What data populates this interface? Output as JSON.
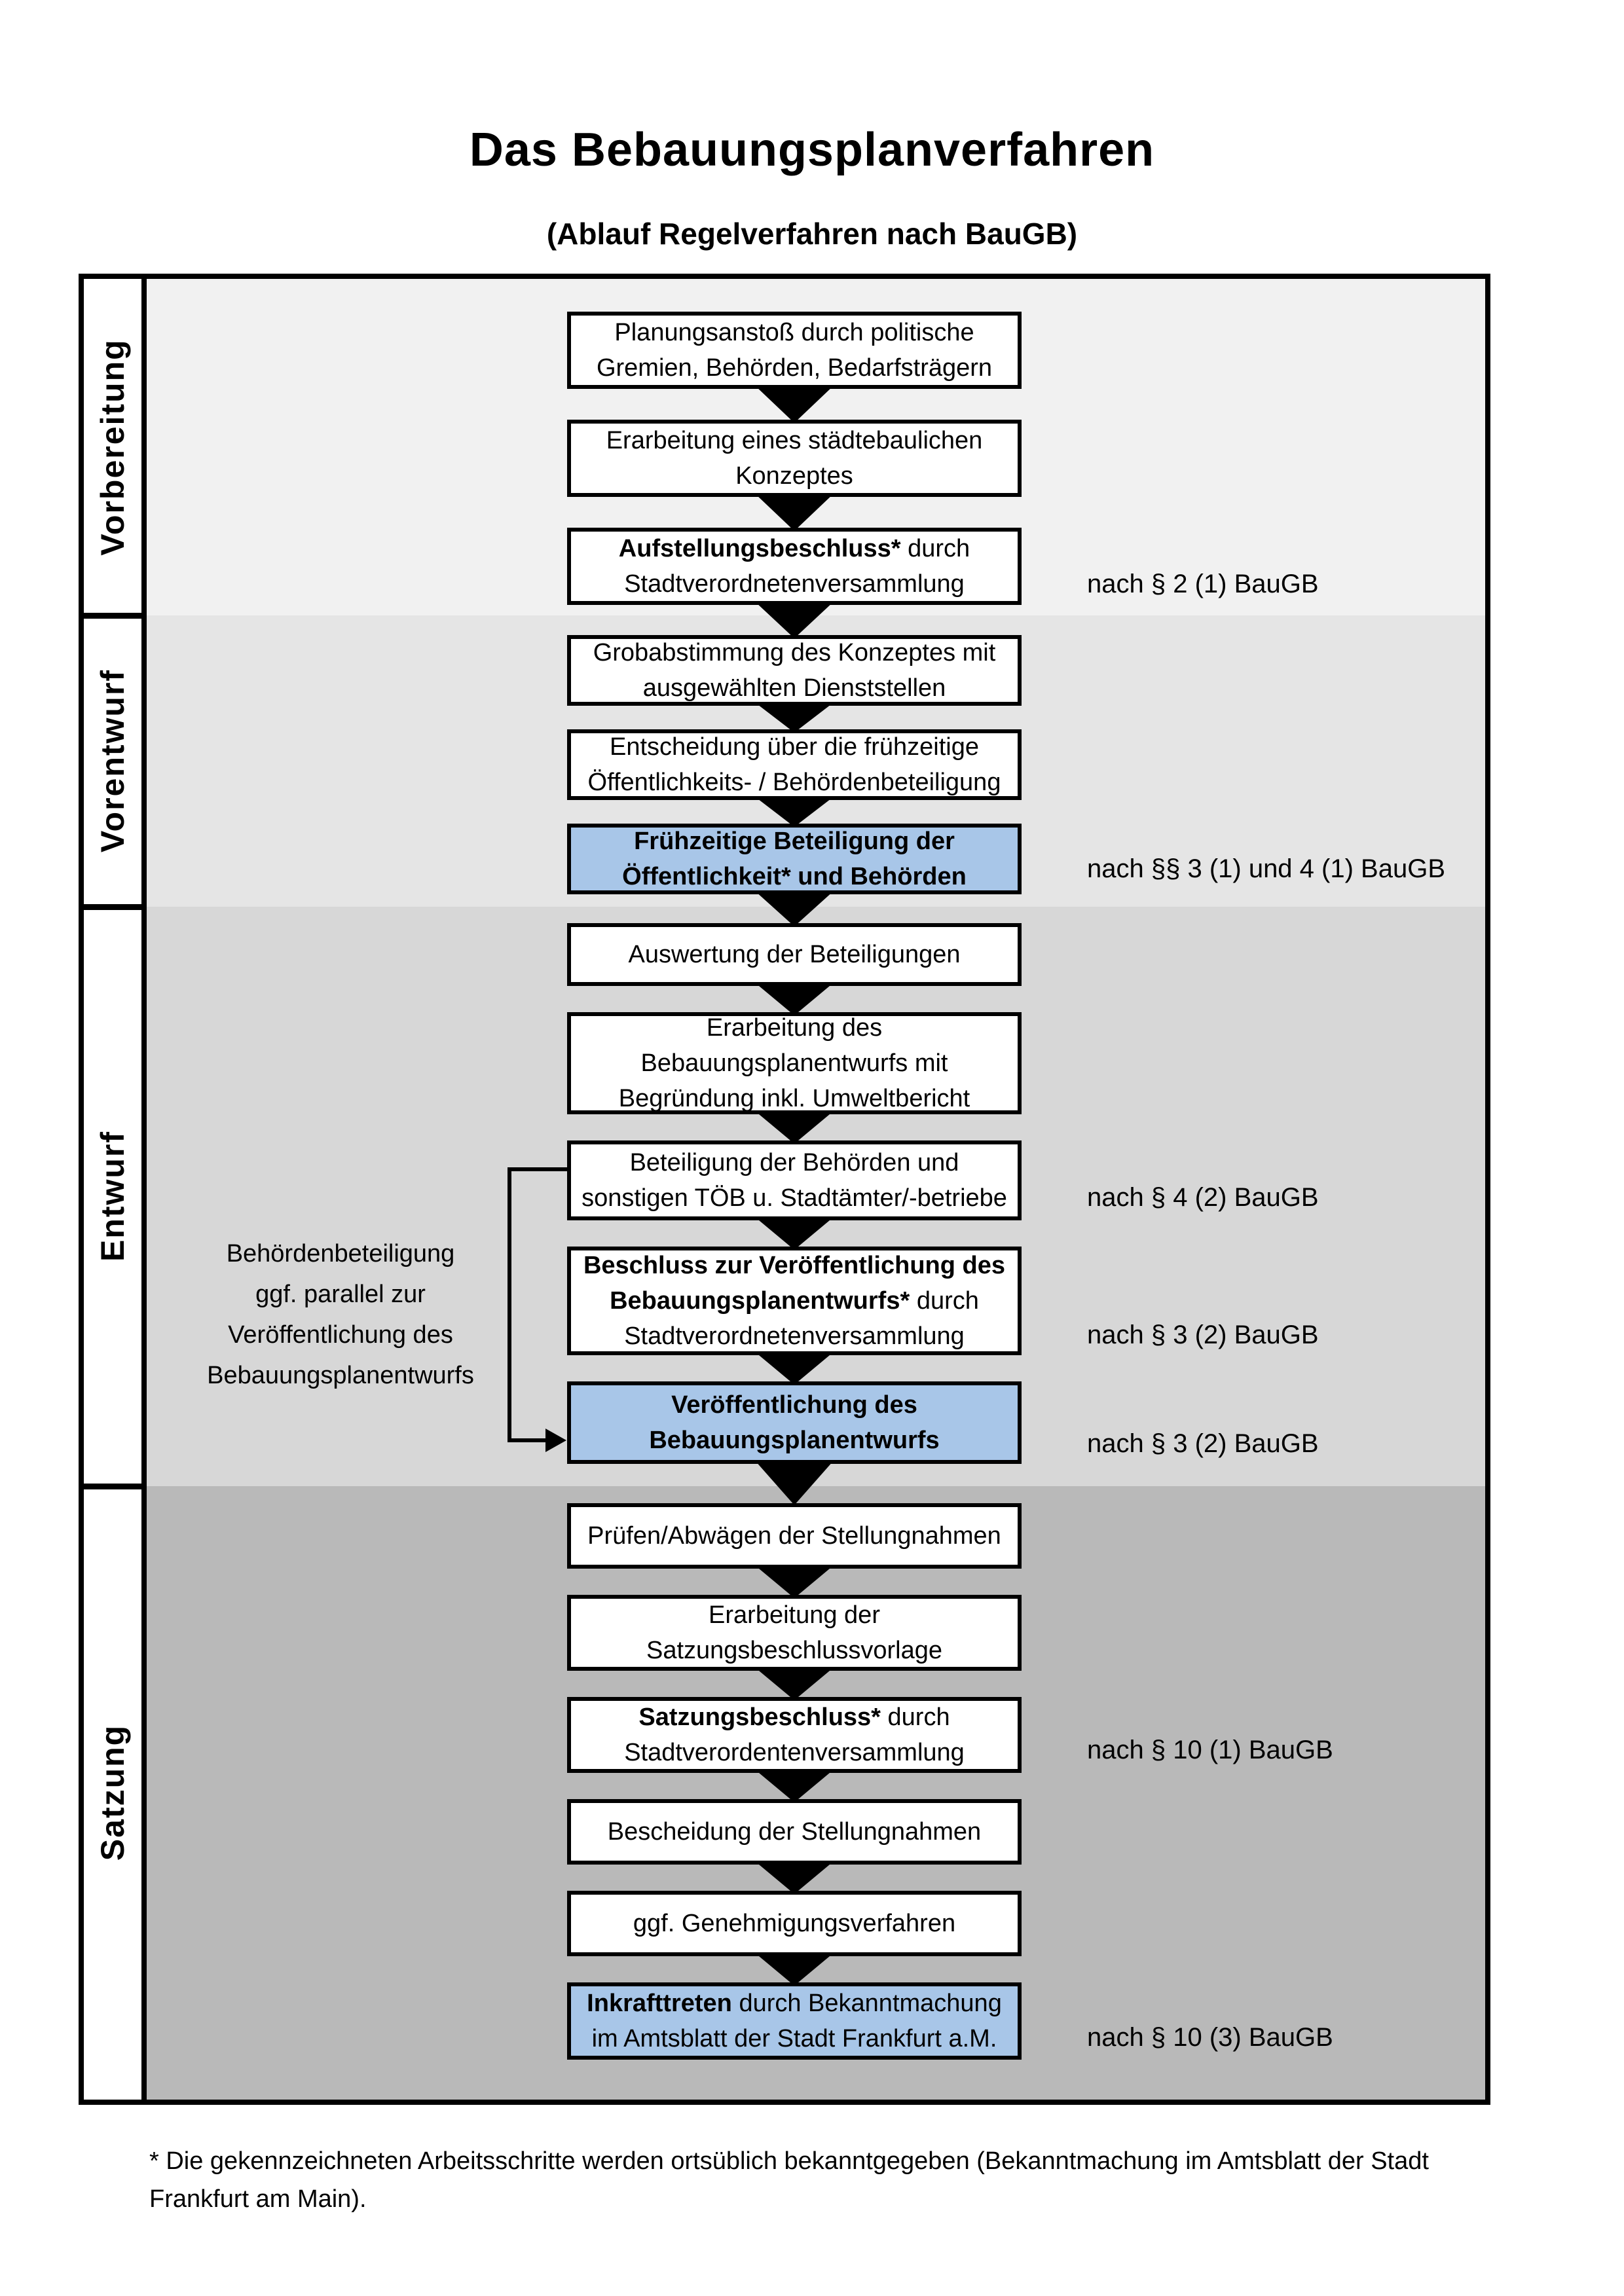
{
  "page": {
    "title": "Das Bebauungsplanverfahren",
    "subtitle": "(Ablauf Regelverfahren nach BauGB)"
  },
  "colors": {
    "highlight_blue": "#a8c6e8",
    "section_backgrounds": [
      "#f1f1f1",
      "#e5e5e5",
      "#d7d7d7",
      "#b9b9b9"
    ],
    "box_border": "#000000",
    "box_fill": "#ffffff"
  },
  "sections": [
    {
      "label": "Vorbereitung"
    },
    {
      "label": "Vorentwurf"
    },
    {
      "label": "Entwurf"
    },
    {
      "label": "Satzung"
    }
  ],
  "boxes": [
    {
      "lines": [
        {
          "b": "",
          "t": "Planungsanstoß durch politische"
        },
        {
          "b": "",
          "t": "Gremien, Behörden, Bedarfsträgern"
        }
      ]
    },
    {
      "lines": [
        {
          "b": "",
          "t": "Erarbeitung eines städtebaulichen"
        },
        {
          "b": "",
          "t": "Konzeptes"
        }
      ]
    },
    {
      "lines": [
        {
          "b": "Aufstellungsbeschluss*",
          "t": " durch"
        },
        {
          "b": "",
          "t": "Stadtverordnetenversammlung"
        }
      ]
    },
    {
      "lines": [
        {
          "b": "",
          "t": "Grobabstimmung des Konzeptes mit"
        },
        {
          "b": "",
          "t": "ausgewählten Dienststellen"
        }
      ]
    },
    {
      "lines": [
        {
          "b": "",
          "t": "Entscheidung über die frühzeitige"
        },
        {
          "b": "",
          "t": "Öffentlichkeits- / Behördenbeteiligung"
        }
      ]
    },
    {
      "highlight": true,
      "lines": [
        {
          "b": "Frühzeitige Beteiligung der",
          "t": ""
        },
        {
          "b": "Öffentlichkeit* und Behörden",
          "t": ""
        }
      ]
    },
    {
      "lines": [
        {
          "b": "",
          "t": "Auswertung der Beteiligungen"
        }
      ]
    },
    {
      "lines": [
        {
          "b": "",
          "t": "Erarbeitung des"
        },
        {
          "b": "",
          "t": "Bebauungsplanentwurfs mit"
        },
        {
          "b": "",
          "t": "Begründung inkl. Umweltbericht"
        }
      ]
    },
    {
      "lines": [
        {
          "b": "",
          "t": "Beteiligung der Behörden und"
        },
        {
          "b": "",
          "t": "sonstigen TÖB u. Stadtämter/-betriebe"
        }
      ]
    },
    {
      "lines": [
        {
          "b": "Beschluss zur Veröffentlichung des",
          "t": ""
        },
        {
          "b": "Bebauungsplanentwurfs*",
          "t": " durch"
        },
        {
          "b": "",
          "t": "Stadtverordnetenversammlung"
        }
      ]
    },
    {
      "highlight": true,
      "lines": [
        {
          "b": "Veröffentlichung des",
          "t": ""
        },
        {
          "b": "Bebauungsplanentwurfs",
          "t": ""
        }
      ]
    },
    {
      "lines": [
        {
          "b": "",
          "t": "Prüfen/Abwägen der Stellungnahmen"
        }
      ]
    },
    {
      "lines": [
        {
          "b": "",
          "t": "Erarbeitung der"
        },
        {
          "b": "",
          "t": "Satzungsbeschlussvorlage"
        }
      ]
    },
    {
      "lines": [
        {
          "b": "Satzungsbeschluss*",
          "t": " durch"
        },
        {
          "b": "",
          "t": "Stadtverordentenversammlung"
        }
      ]
    },
    {
      "lines": [
        {
          "b": "",
          "t": "Bescheidung der Stellungnahmen"
        }
      ]
    },
    {
      "lines": [
        {
          "b": "",
          "t": "ggf. Genehmigungsverfahren"
        }
      ]
    },
    {
      "highlight": true,
      "lines": [
        {
          "b": "Inkrafttreten",
          "t": " durch Bekanntmachung"
        },
        {
          "b": "",
          "t": "im Amtsblatt der Stadt Frankfurt a.M."
        }
      ]
    }
  ],
  "refs": [
    {
      "text": "nach § 2 (1) BauGB"
    },
    {
      "text": "nach §§ 3 (1) und 4 (1) BauGB"
    },
    {
      "text": "nach § 4 (2) BauGB"
    },
    {
      "text": "nach § 3 (2) BauGB"
    },
    {
      "text": "nach § 3 (2) BauGB"
    },
    {
      "text": "nach § 10 (1) BauGB"
    },
    {
      "text": "nach § 10 (3) BauGB"
    }
  ],
  "annotation": {
    "lines": [
      "Behördenbeteiligung",
      "ggf. parallel zur",
      "Veröffentlichung des",
      "Bebauungsplanentwurfs"
    ]
  },
  "footnote": {
    "text": "* Die gekennzeichneten Arbeitsschritte werden ortsüblich bekanntgegeben (Bekanntmachung im Amtsblatt  der Stadt Frankfurt am Main)."
  }
}
